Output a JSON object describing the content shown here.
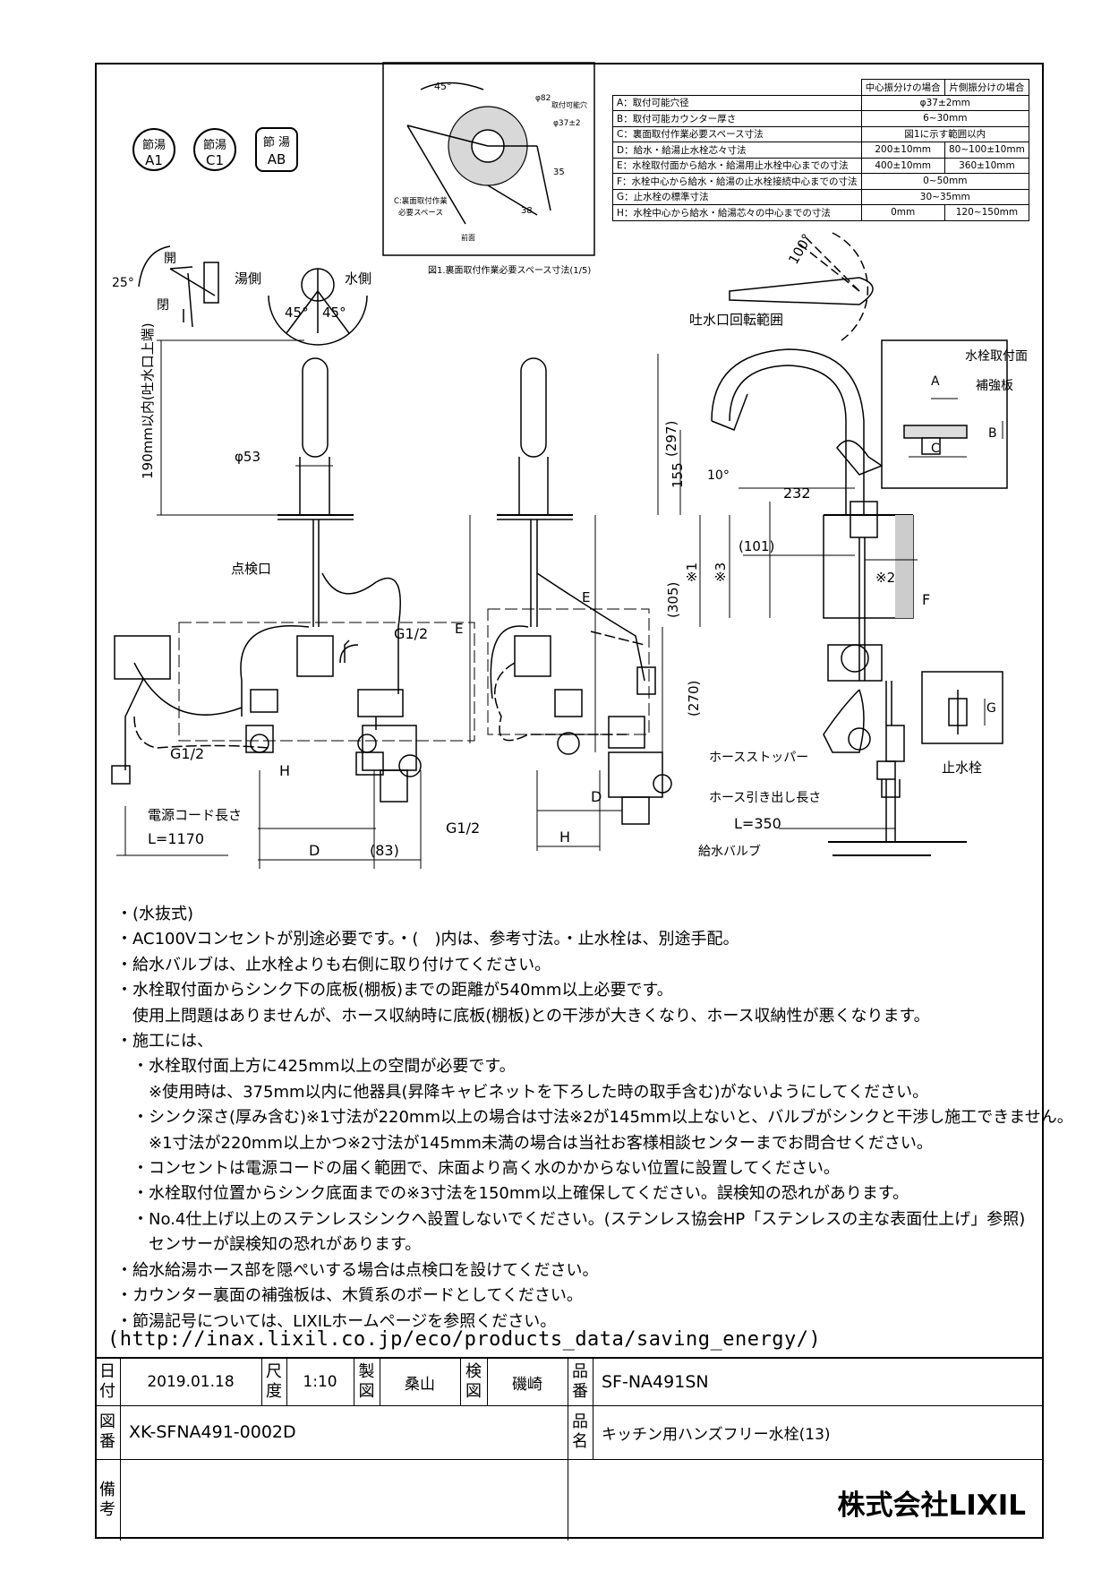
{
  "symbols": {
    "badge1": {
      "top": "節湯",
      "bottom": "A1"
    },
    "badge2": {
      "top": "節湯",
      "bottom": "C1"
    },
    "badge3": {
      "top": "節 湯",
      "bottom": "AB"
    }
  },
  "spec_table": {
    "headers": [
      "中心振分けの場合",
      "片側振分けの場合"
    ],
    "rows": [
      {
        "label": "A：取付可能穴径",
        "center": "φ37±2mm",
        "side": ""
      },
      {
        "label": "B：取付可能カウンター厚さ",
        "center": "6~30mm",
        "side": ""
      },
      {
        "label": "C：裏面取付作業必要スペース寸法",
        "center": "図1に示す範囲以内",
        "side": ""
      },
      {
        "label": "D：給水・給湯止水栓芯々寸法",
        "center": "200±10mm",
        "side": "80~100±10mm"
      },
      {
        "label": "E：水栓取付面から給水・給湯用止水栓中心までの寸法",
        "center": "400±10mm",
        "side": "360±10mm"
      },
      {
        "label": "F：水栓中心から給水・給湯の止水栓接続中心までの寸法",
        "center": "0~50mm",
        "side": ""
      },
      {
        "label": "G：止水栓の標準寸法",
        "center": "30~35mm",
        "side": ""
      },
      {
        "label": "H：水栓中心から給水・給湯芯々の中心までの寸法",
        "center": "0mm",
        "side": "120~150mm"
      }
    ]
  },
  "fig1": {
    "caption": "図1.裏面取付作業必要スペース寸法(1/5)",
    "angle": "45°",
    "dia_outer": "φ82",
    "hole_label": "取付可能穴",
    "hole_dia": "φ37±2",
    "dim_35": "35",
    "dim_38": "38",
    "space_label_1": "C:裏面取付作業",
    "space_label_2": "必要スペース",
    "front": "前面"
  },
  "labels": {
    "angle_25": "25°",
    "open": "開",
    "close": "閉",
    "hot_side": "湯側",
    "cold_side": "水側",
    "a45_left": "45°",
    "a45_right": "45°",
    "clearance": "190mm以内(吐水口上端)",
    "dia53": "φ53",
    "inspection": "点検口",
    "g12_a": "G1/2",
    "g12_b": "G1/2",
    "g12_c": "G1/2",
    "e1": "E",
    "e2": "E",
    "h1": "H",
    "h2": "H",
    "d1": "D",
    "d2": "D",
    "dim83": "(83)",
    "power_cord": "電源コード長さ",
    "l1170": "L=1170",
    "spout_range": "吐水口回転範囲",
    "angle_100": "100°",
    "dim297": "(297)",
    "dim155": "155",
    "angle_10": "10°",
    "dim232": "232",
    "dim101": "(101)",
    "star1": "※1",
    "star3": "※3",
    "star2": "※2",
    "dim305": "(305)",
    "dim270": "(270)",
    "f": "F",
    "mount_face": "水栓取付面",
    "reinforce": "補強板",
    "a": "A",
    "b": "B",
    "c": "C",
    "g": "G",
    "hose_stopper": "ホースストッパー",
    "hose_pull": "ホース引き出し長さ",
    "l350": "L=350",
    "stop_valve": "止水栓",
    "supply_valve": "給水バルブ"
  },
  "notes": [
    "・(水抜式)",
    "・AC100Vコンセントが別途必要です。・(　)内は、参考寸法。・止水栓は、別途手配。",
    "・給水バルブは、止水栓よりも右側に取り付けてください。",
    "・水栓取付面からシンク下の底板(棚板)までの距離が540mm以上必要です。",
    "　使用上問題はありませんが、ホース収納時に底板(棚板)との干渉が大きくなり、ホース収納性が悪くなります。",
    "・施工には、",
    "　・水栓取付面上方に425mm以上の空間が必要です。",
    "　　※使用時は、375mm以内に他器具(昇降キャビネットを下ろした時の取手含む)がないようにしてください。",
    "　・シンク深さ(厚み含む)※1寸法が220mm以上の場合は寸法※2が145mm以上ないと、バルブがシンクと干渉し施工できません。",
    "　　※1寸法が220mm以上かつ※2寸法が145mm未満の場合は当社お客様相談センターまでお問合せください。",
    "　・コンセントは電源コードの届く範囲で、床面より高く水のかからない位置に設置してください。",
    "　・水栓取付位置からシンク底面までの※3寸法を150mm以上確保してください。誤検知の恐れがあります。",
    "　・No.4仕上げ以上のステンレスシンクへ設置しないでください。(ステンレス協会HP「ステンレスの主な表面仕上げ」参照)",
    "　　センサーが誤検知の恐れがあります。",
    "・給水給湯ホース部を隠ぺいする場合は点検口を設けてください。",
    "・カウンター裏面の補強板は、木質系のボードとしてください。",
    "・節湯記号については、LIXILホームページを参照ください。"
  ],
  "url": "(http://inax.lixil.co.jp/eco/products_data/saving_energy/)",
  "title_block": {
    "date_label": "日付",
    "date": "2019.01.18",
    "scale_label": "尺度",
    "scale": "1:10",
    "drawn_label": "製図",
    "drawn": "桑山",
    "checked_label": "検図",
    "checked": "磯崎",
    "part_no_label": "品番",
    "part_no": "SF-NA491SN",
    "drawing_no_label": "図番",
    "drawing_no": "XK-SFNA491-0002D",
    "name_label": "品名",
    "name": "キッチン用ハンズフリー水栓(13)",
    "remarks_label": "備考",
    "company": "株式会社LIXIL"
  }
}
